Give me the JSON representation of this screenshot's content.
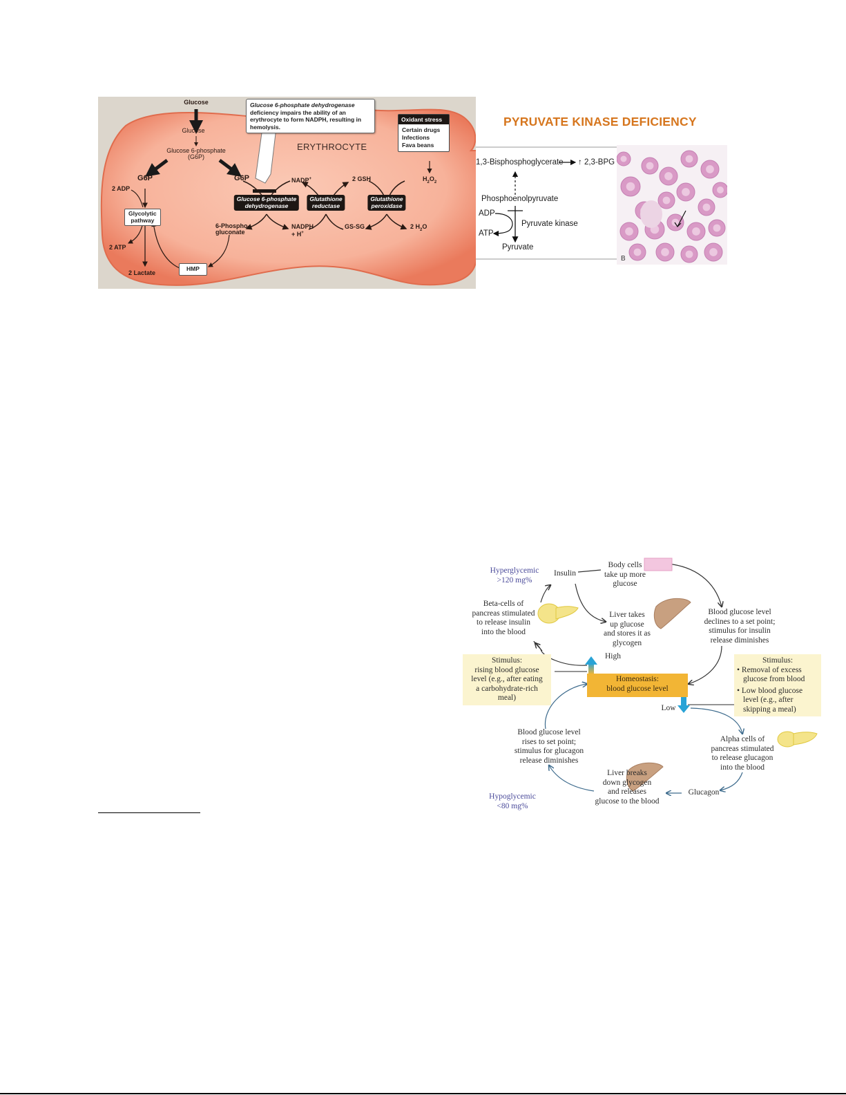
{
  "g6pd_figure": {
    "compartment_label": "ERYTHROCYTE",
    "callout": {
      "enzyme_italic": "Glucose 6-phosphate dehydrogenase",
      "text": "deficiency impairs the ability of an erythrocyte to form NADPH, resulting in hemolysis."
    },
    "oxidant_stress": {
      "title": "Oxidant stress",
      "items": [
        "Certain drugs",
        "Infections",
        "Fava beans"
      ]
    },
    "labels": {
      "glucose_outside": "Glucose",
      "glucose_inside": "Glucose",
      "g6p_full_1": "Glucose 6-phosphate",
      "g6p_full_2": "(G6P)",
      "g6p_left": "G6P",
      "g6p_right": "G6P",
      "adp": "2 ADP",
      "atp": "2 ATP",
      "lactate": "2 Lactate",
      "glycolytic_1": "Glycolytic",
      "glycolytic_2": "pathway",
      "hmp": "HMP",
      "phosphogluconate_1": "6-Phospho-",
      "phosphogluconate_2": "gluconate",
      "nadp": "NADP",
      "nadp_sup": "+",
      "nadph_1": "NADPH",
      "nadph_2": "+ H",
      "nadph_sup": "+",
      "gsh": "2 GSH",
      "gssg": "GS-SG",
      "h2o2_a": "H",
      "h2o2_sub1": "2",
      "h2o2_b": "O",
      "h2o2_sub2": "2",
      "h2o_a": "2 H",
      "h2o_sub": "2",
      "h2o_b": "O"
    },
    "enzymes": {
      "g6pd_1": "Glucose 6-phosphate",
      "g6pd_2": "dehydrogenase",
      "gr_1": "Glutathione",
      "gr_2": "reductase",
      "gp_1": "Glutathione",
      "gp_2": "peroxidase"
    },
    "colors": {
      "cell": "#f4a58d",
      "cell_edge": "#e8694c",
      "background": "#dcd6cc",
      "enzyme_box": "#1d1714"
    }
  },
  "pyruvate_kinase": {
    "title": "PYRUVATE KINASE DEFICIENCY",
    "title_color": "#d6761e",
    "bpg_1_3": "1,3-Bisphosphoglycerate",
    "bpg_2_3": "2,3-BPG",
    "up_arrow": "↑",
    "pep": "Phosphoenolpyruvate",
    "adp": "ADP",
    "atp": "ATP",
    "enzyme": "Pyruvate kinase",
    "pyruvate": "Pyruvate",
    "smear_panel_label": "B"
  },
  "glucose_homeostasis": {
    "hyperglycemic_1": "Hyperglycemic",
    "hyperglycemic_2": ">120 mg%",
    "hypoglycemic_1": "Hypoglycemic",
    "hypoglycemic_2": "<80 mg%",
    "insulin": "Insulin",
    "glucagon": "Glucagon",
    "high": "High",
    "low": "Low",
    "homeostasis_1": "Homeostasis:",
    "homeostasis_2": "blood glucose level",
    "beta_cells": [
      "Beta-cells of",
      "pancreas stimulated",
      "to release insulin",
      "into the blood"
    ],
    "body_cells": [
      "Body cells",
      "take up more",
      "glucose"
    ],
    "liver_takes": [
      "Liver takes",
      "up glucose",
      "and stores it as",
      "glycogen"
    ],
    "declines": [
      "Blood glucose level",
      "declines to a set point;",
      "stimulus for insulin",
      "release diminishes"
    ],
    "stimulus_high": [
      "Stimulus:",
      "rising blood glucose",
      "level (e.g., after eating",
      "a carbohydrate-rich",
      "meal)"
    ],
    "stimulus_low": {
      "title": "Stimulus:",
      "bullet_1": [
        "• Removal of excess",
        "glucose from blood"
      ],
      "bullet_2": [
        "• Low blood glucose",
        "level (e.g., after",
        "skipping a meal)"
      ]
    },
    "alpha_cells": [
      "Alpha cells of",
      "pancreas stimulated",
      "to release glucagon",
      "into the blood"
    ],
    "liver_breaks": [
      "Liver breaks",
      "down glycogen",
      "and releases",
      "glucose to the blood"
    ],
    "rises": [
      "Blood glucose level",
      "rises to set point;",
      "stimulus for glucagon",
      "release diminishes"
    ],
    "colors": {
      "homeostasis_box": "#f2b535",
      "stimulus_box": "#fbf4cf",
      "arrow_blue": "#29a3d6",
      "label_purple": "#4a4a9a"
    }
  }
}
